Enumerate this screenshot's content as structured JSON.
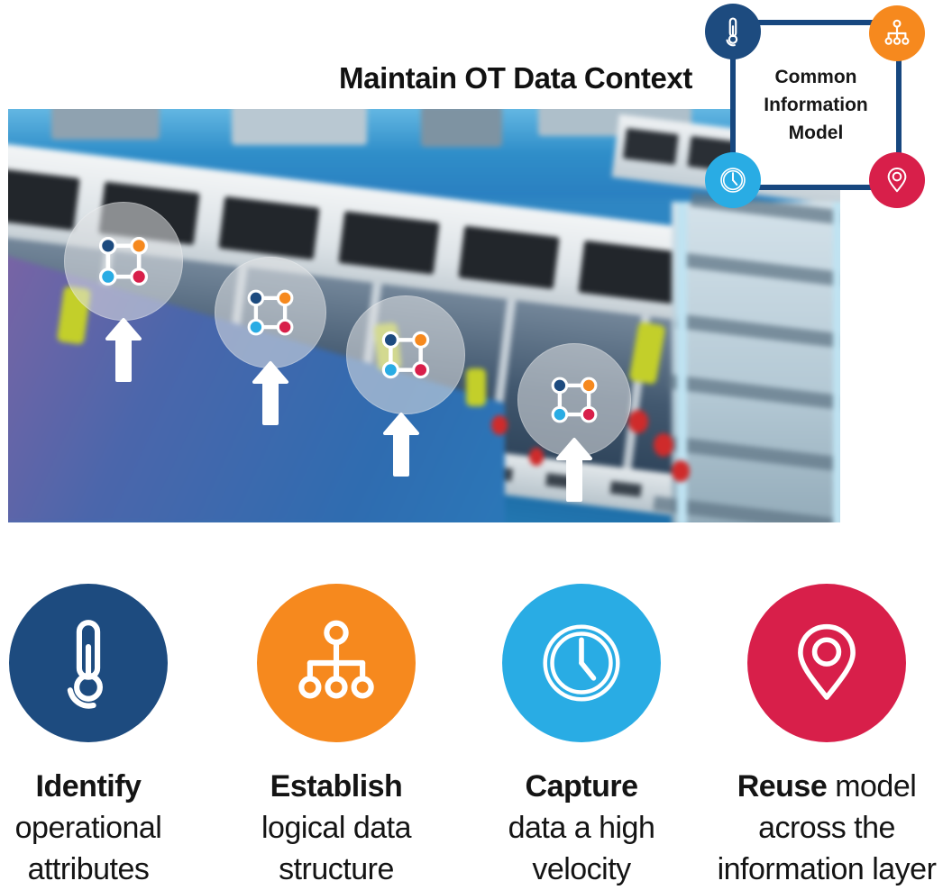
{
  "title": "Maintain OT Data Context",
  "cim": {
    "lines": [
      "Common",
      "Information",
      "Model"
    ],
    "corner_icons": [
      "thermometer-icon",
      "hierarchy-icon",
      "clock-icon",
      "location-pin-icon"
    ],
    "border_color": "#17477f"
  },
  "colors": {
    "navy": "#1d4b7f",
    "orange": "#f6891e",
    "cyan": "#29ace4",
    "crimson": "#d81f4a"
  },
  "hotspot_glyph": {
    "shape": "square-node-diagram",
    "dot_colors": [
      "#1d4b7f",
      "#f6891e",
      "#29ace4",
      "#d81f4a"
    ],
    "count": 4,
    "pointer": "up-arrow"
  },
  "steps": [
    {
      "icon": "thermometer-icon",
      "color": "#1d4b7f",
      "bold": "Identify",
      "rest": "operational attributes"
    },
    {
      "icon": "hierarchy-icon",
      "color": "#f6891e",
      "bold": "Establish",
      "rest": "logical data structure"
    },
    {
      "icon": "clock-icon",
      "color": "#29ace4",
      "bold": "Capture",
      "rest": "data a high velocity"
    },
    {
      "icon": "location-pin-icon",
      "color": "#d81f4a",
      "bold": "Reuse",
      "rest": "model across the information layer"
    }
  ]
}
